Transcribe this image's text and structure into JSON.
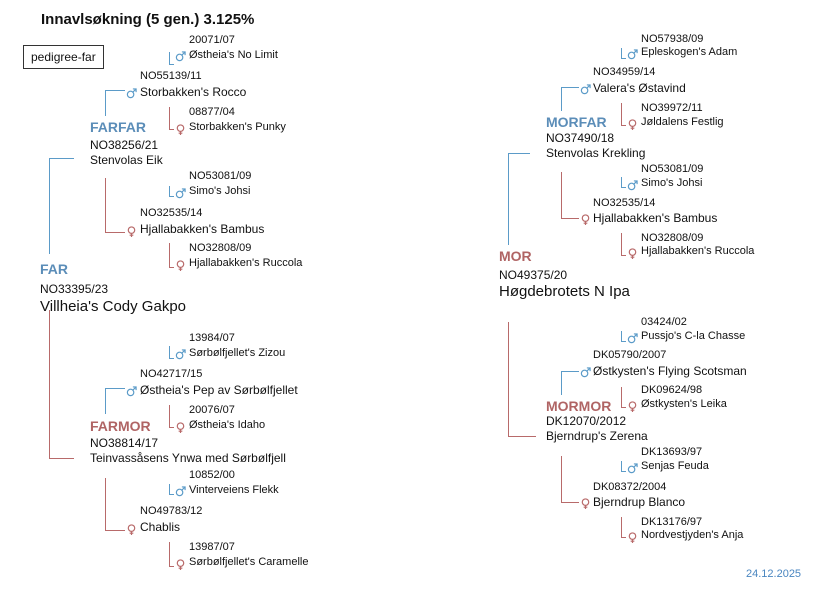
{
  "header": {
    "title": "Innavlsøkning (5 gen.) 3.125%"
  },
  "tab": {
    "label": "pedigree-far"
  },
  "far": {
    "role": "FAR",
    "reg": "NO33395/23",
    "name": "Villheia's Cody Gakpo"
  },
  "farfar": {
    "role": "FARFAR",
    "reg": "NO38256/21",
    "name": "Stenvolas Eik"
  },
  "farmor": {
    "role": "FARMOR",
    "reg": "NO38814/17",
    "name": "Teinvassåsens Ynwa med Sørbølfjell"
  },
  "ff_f": {
    "reg": "NO55139/11",
    "name": "Storbakken's Rocco"
  },
  "ff_f_f": {
    "reg": "20071/07",
    "name": "Østheia's No Limit"
  },
  "ff_f_m": {
    "reg": "08877/04",
    "name": "Storbakken's Punky"
  },
  "ff_m": {
    "reg": "NO32535/14",
    "name": "Hjallabakken's Bambus"
  },
  "ff_m_f": {
    "reg": "NO53081/09",
    "name": "Simo's Johsi"
  },
  "ff_m_m": {
    "reg": "NO32808/09",
    "name": "Hjallabakken's Ruccola"
  },
  "fm_f": {
    "reg": "NO42717/15",
    "name": "Østheia's Pep av Sørbølfjellet"
  },
  "fm_f_f": {
    "reg": "13984/07",
    "name": "Sørbølfjellet's Zizou"
  },
  "fm_f_m": {
    "reg": "20076/07",
    "name": "Østheia's Idaho"
  },
  "fm_m": {
    "reg": "NO49783/12",
    "name": "Chablis"
  },
  "fm_m_f": {
    "reg": "10852/00",
    "name": "Vinterveiens Flekk"
  },
  "fm_m_m": {
    "reg": "13987/07",
    "name": "Sørbølfjellet's Caramelle"
  },
  "mor": {
    "role": "MOR",
    "reg": "NO49375/20",
    "name": "Høgdebrotets N Ipa"
  },
  "morfar": {
    "role": "MORFAR",
    "reg": "NO37490/18",
    "name": "Stenvolas Krekling"
  },
  "mormor": {
    "role": "MORMOR",
    "reg": "DK12070/2012",
    "name": "Bjerndrup's Zerena"
  },
  "mf_f": {
    "reg": "NO34959/14",
    "name": "Valera's Østavind"
  },
  "mf_f_f": {
    "reg": "NO57938/09",
    "name": "Epleskogen's Adam"
  },
  "mf_f_m": {
    "reg": "NO39972/11",
    "name": "Jøldalens Festlig"
  },
  "mf_m": {
    "reg": "NO32535/14",
    "name": "Hjallabakken's Bambus"
  },
  "mf_m_f": {
    "reg": "NO53081/09",
    "name": "Simo's Johsi"
  },
  "mf_m_m": {
    "reg": "NO32808/09",
    "name": "Hjallabakken's Ruccola"
  },
  "mm_f": {
    "reg": "DK05790/2007",
    "name": "Østkysten's Flying Scotsman"
  },
  "mm_f_f": {
    "reg": "03424/02",
    "name": "Pussjo's C-la Chasse"
  },
  "mm_f_m": {
    "reg": "DK09624/98",
    "name": "Østkysten's Leika"
  },
  "mm_m": {
    "reg": "DK08372/2004",
    "name": "Bjerndrup Blanco"
  },
  "mm_m_f": {
    "reg": "DK13693/97",
    "name": "Senjas Feuda"
  },
  "mm_m_m": {
    "reg": "DK13176/97",
    "name": "Nordvestjyden's Anja"
  },
  "footer": {
    "date": "24.12.2025"
  },
  "colors": {
    "male": "#5b9bc8",
    "female": "#b86a6a",
    "male_role": "#5b8db8",
    "female_role": "#b06464",
    "date": "#4a86c0"
  },
  "icons": {
    "male": "male-symbol-icon",
    "female": "female-symbol-icon"
  }
}
